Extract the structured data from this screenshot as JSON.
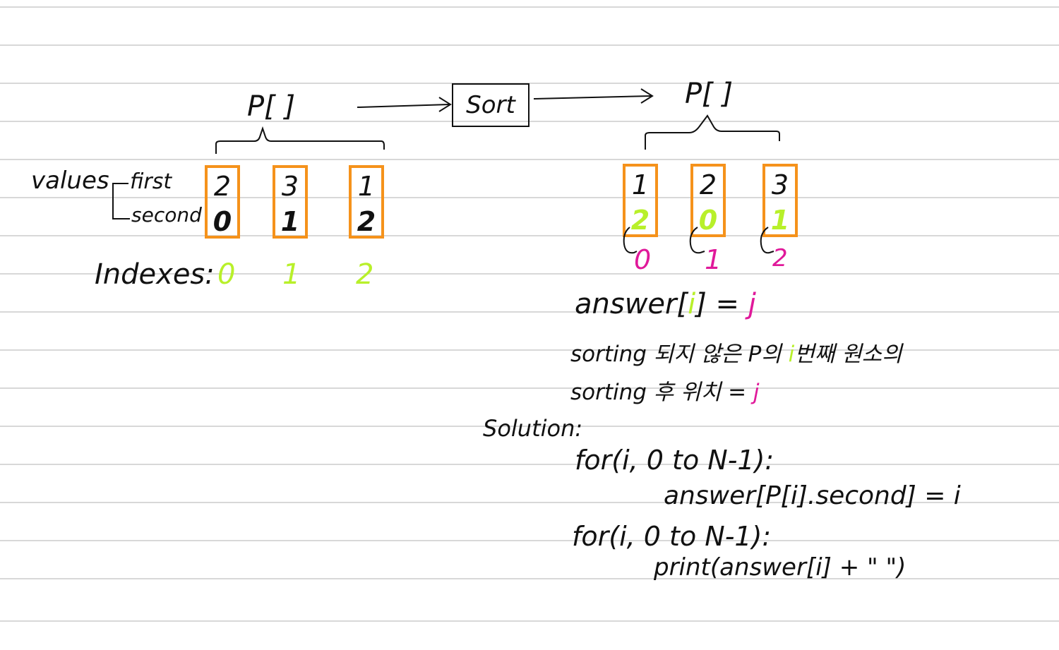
{
  "left": {
    "title": "P[ ]",
    "values_label": "values",
    "first_label": "first",
    "second_label": "second",
    "cells": [
      {
        "first": "2",
        "second": "0"
      },
      {
        "first": "3",
        "second": "1"
      },
      {
        "first": "1",
        "second": "2"
      }
    ],
    "indexes_label": "Indexes:",
    "indexes": [
      "0",
      "1",
      "2"
    ]
  },
  "sort_label": "Sort",
  "right": {
    "title": "P[ ]",
    "cells": [
      {
        "first": "1",
        "second": "2",
        "pos": "0"
      },
      {
        "first": "2",
        "second": "0",
        "pos": "1"
      },
      {
        "first": "3",
        "second": "1",
        "pos": "2"
      }
    ]
  },
  "formula": {
    "prefix": "answer[",
    "i": "i",
    "suffix": "] = ",
    "j": "j"
  },
  "note": {
    "line1_prefix": "sorting 되지 않은 P의 ",
    "line1_i": "i",
    "line1_suffix": "번째 원소의",
    "line2_prefix": "sorting 후 위치 = ",
    "line2_j": "j"
  },
  "solution": {
    "label": "Solution:",
    "code": [
      "for(i, 0 to N-1):",
      "answer[P[i].second] = i",
      "for(i, 0 to N-1):",
      "print(answer[i] + \"  \")"
    ]
  },
  "colors": {
    "orange": "#f5921b",
    "lime": "#b8f02a",
    "pink": "#e0199a",
    "rule_line": "#d8d8d8"
  }
}
